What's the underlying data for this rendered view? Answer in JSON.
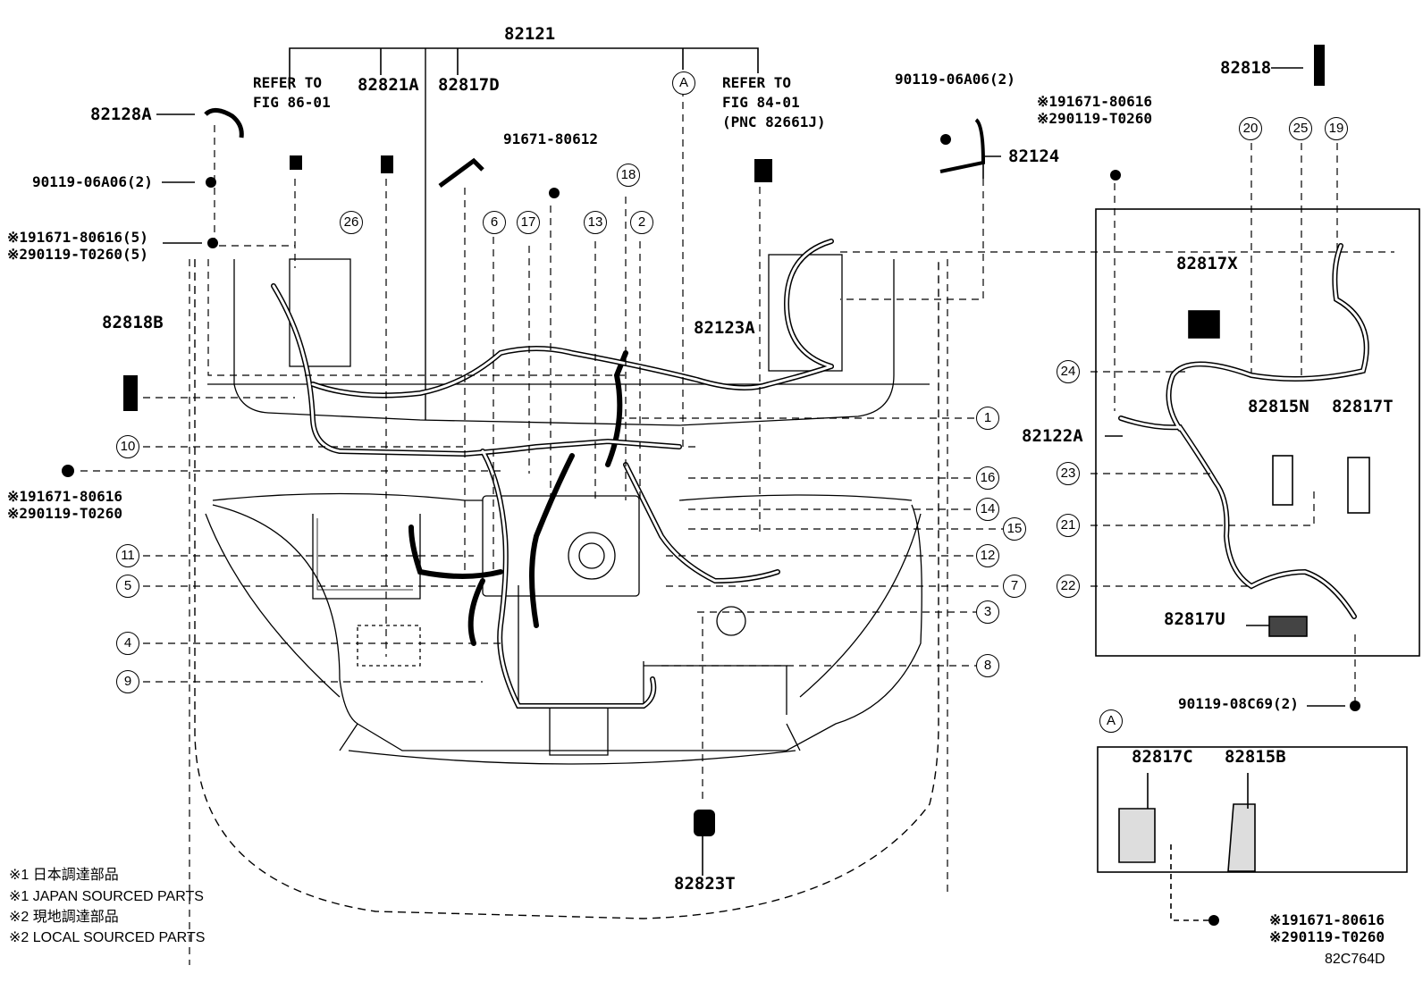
{
  "diagram": {
    "main_part": "82121",
    "ref_fig86_l1": "REFER TO",
    "ref_fig86_l2": "FIG 86-01",
    "ref_fig84_l1": "REFER TO",
    "ref_fig84_l2": "FIG 84-01",
    "ref_fig84_l3": "(PNC 82661J)",
    "marker_a": "A",
    "parts": {
      "p82128A": "82128A",
      "p82821A": "82821A",
      "p82817D": "82817D",
      "p91671_80612": "91671-80612",
      "p90119_06A06_2_left": "90119-06A06(2)",
      "p90119_06A06_2_top": "90119-06A06(2)",
      "p82124": "82124",
      "p82818": "82818",
      "p82818B": "82818B",
      "p82123A": "82123A",
      "p82817X": "82817X",
      "p82815N": "82815N",
      "p82817T": "82817T",
      "p82122A": "82122A",
      "p82817U": "82817U",
      "p90119_08C69_2": "90119-08C69(2)",
      "p82817C": "82817C",
      "p82815B": "82815B",
      "p82823T": "82823T"
    },
    "alt_bolts": {
      "left_top_1": "※191671-80616(5)",
      "left_top_2": "※290119-T0260(5)",
      "left_mid_1": "※191671-80616",
      "left_mid_2": "※290119-T0260",
      "right_top_1": "※191671-80616",
      "right_top_2": "※290119-T0260",
      "inset_1": "※191671-80616",
      "inset_2": "※290119-T0260"
    },
    "callouts": [
      "1",
      "2",
      "3",
      "4",
      "5",
      "6",
      "7",
      "8",
      "9",
      "10",
      "11",
      "12",
      "13",
      "14",
      "15",
      "16",
      "17",
      "18",
      "19",
      "20",
      "21",
      "22",
      "23",
      "24",
      "25",
      "26"
    ],
    "footnotes": [
      "※1 日本調達部品",
      "※1 JAPAN SOURCED PARTS",
      "※2 現地調達部品",
      "※2 LOCAL SOURCED PARTS"
    ],
    "figure_code": "82C764D"
  }
}
